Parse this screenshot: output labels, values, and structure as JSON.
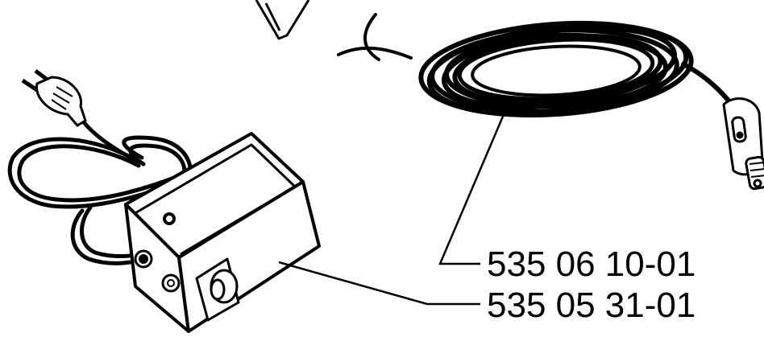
{
  "parts": [
    {
      "part_number": "535 06 10-01",
      "item": "coiled cable with connector"
    },
    {
      "part_number": "535 05 31-01",
      "item": "control box with power plug"
    }
  ],
  "colors": {
    "ink": "#000000",
    "paper": "#ffffff"
  }
}
